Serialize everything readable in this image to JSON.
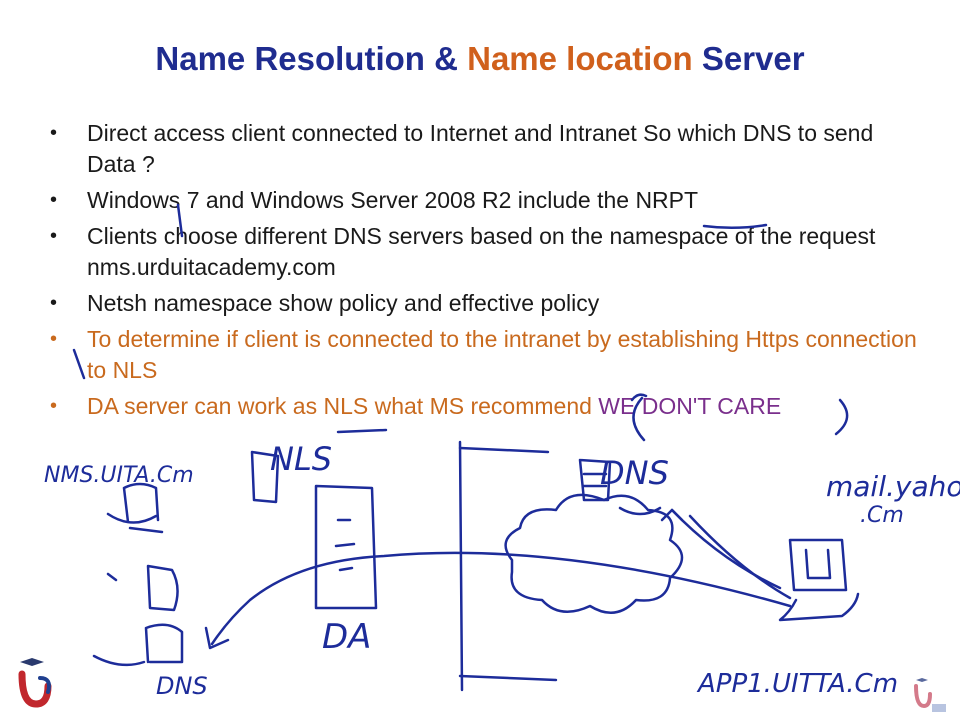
{
  "slide": {
    "title_part1": "Name Resolution & ",
    "title_part2": "Name location",
    "title_part3": " Server",
    "bullets": [
      {
        "text": "Direct access client connected to Internet and Intranet So which DNS to send Data ?"
      },
      {
        "text": "Windows 7 and Windows Server 2008 R2 include the NRPT"
      },
      {
        "text": "Clients choose different DNS servers based on the namespace of the request nms.urduitacademy.com"
      },
      {
        "text": "Netsh namespace show policy and effective policy"
      },
      {
        "text": "To determine if client is connected to the intranet by establishing Https connection to NLS"
      },
      {
        "text_main": "DA server can work as NLS what MS recommend",
        "text_highlight": "WE DON'T CARE"
      }
    ],
    "bullet_glyph": "•"
  },
  "annotations": {
    "nms": "NMS.UITA.Cm",
    "nls": "NLS",
    "dns_cloud": "DNS",
    "da": "DA",
    "dns_bottom": "DNS",
    "mail": "mail.yahoo",
    "mail_suffix": ".Cm",
    "app": "APP1.UITTA.Cm"
  },
  "logos": {
    "left": "urdu-it-academy-logo",
    "right": "uedu-logo"
  },
  "colors": {
    "title_blue": "#1f2c8f",
    "title_orange": "#d0601c",
    "bullet_orange": "#c96a1e",
    "highlight_purple": "#7a2f8c",
    "ink_blue": "#1d2c9a"
  }
}
